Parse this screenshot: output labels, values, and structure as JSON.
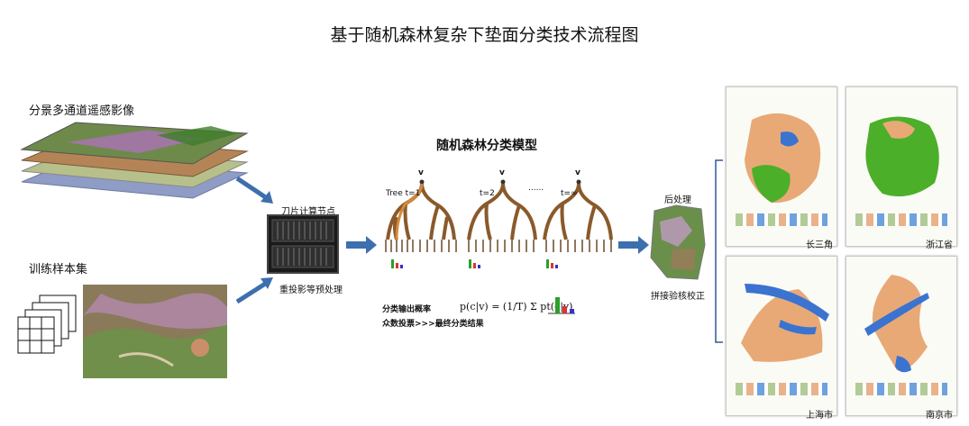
{
  "title": "基于随机森林复杂下垫面分类技术流程图",
  "inputs": {
    "imagery_label": "分景多通道遥感影像",
    "samples_label": "训练样本集"
  },
  "compute": {
    "node_label": "刀片计算节点",
    "preprocess_label": "重投影等预处理"
  },
  "model": {
    "title": "随机森林分类模型",
    "tree_labels": [
      "Tree t=1",
      "t=2",
      "......",
      "t=∞"
    ],
    "root_label": "v",
    "prob_label": "分类输出概率",
    "vote_label": "众数投票>>>最终分类结果",
    "formula": "p(c|v) = (1/T) Σ pt(c|v)"
  },
  "post": {
    "title": "后处理",
    "mosaic_label": "拼接验核校正"
  },
  "maps": [
    {
      "name": "长三角"
    },
    {
      "name": "浙江省"
    },
    {
      "name": "上海市"
    },
    {
      "name": "南京市"
    }
  ],
  "colors": {
    "arrow": "#3d6fae",
    "tree": "#8a5a2b",
    "land": "#e8a977",
    "veg": "#4caf2a",
    "water": "#3b73d1"
  }
}
